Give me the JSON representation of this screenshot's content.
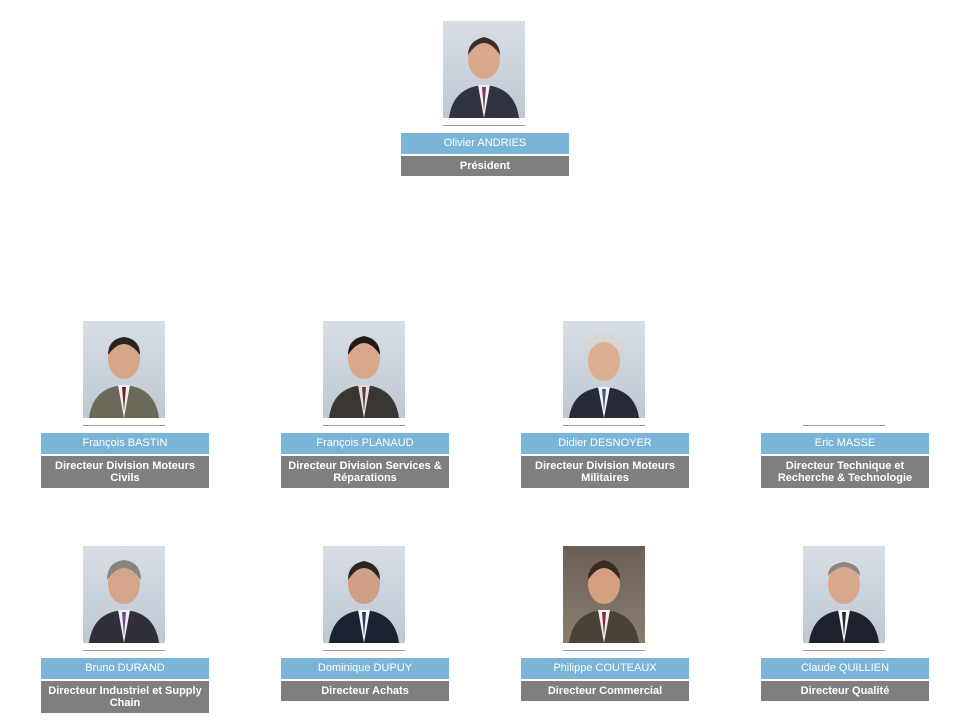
{
  "president": {
    "name": "Olivier ANDRIES",
    "title": "Président"
  },
  "row1": [
    {
      "name": "François BASTIN",
      "title": "Directeur Division Moteurs Civils"
    },
    {
      "name": "François PLANAUD",
      "title": "Directeur Division Services & Réparations"
    },
    {
      "name": "Didier DESNOYER",
      "title": "Directeur Division Moteurs Militaires"
    },
    {
      "name": "Eric MASSE",
      "title": "Directeur Technique et Recherche & Technologie"
    }
  ],
  "row2": [
    {
      "name": "Bruno DURAND",
      "title": "Directeur Industriel et Supply Chain"
    },
    {
      "name": "Dominique DUPUY",
      "title": "Directeur Achats"
    },
    {
      "name": "Philippe COUTEAUX",
      "title": "Directeur Commercial"
    },
    {
      "name": "Claude QUILLIEN",
      "title": "Directeur Qualité"
    }
  ],
  "colors": {
    "name_bar": "#7ab4d6",
    "title_bar": "#7f7f7f"
  }
}
